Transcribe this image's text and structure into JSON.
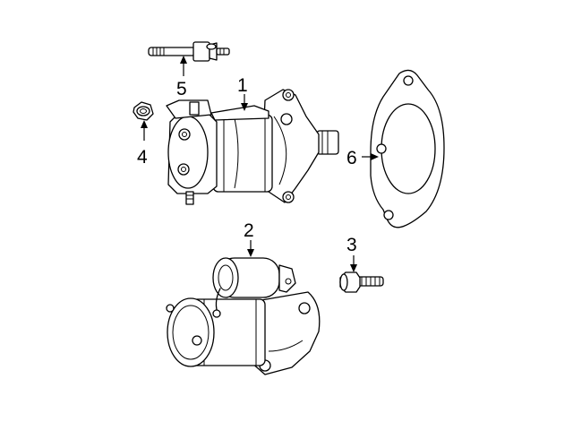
{
  "diagram": {
    "callouts": [
      {
        "id": "1",
        "label": "1"
      },
      {
        "id": "2",
        "label": "2"
      },
      {
        "id": "3",
        "label": "3"
      },
      {
        "id": "4",
        "label": "4"
      },
      {
        "id": "5",
        "label": "5"
      },
      {
        "id": "6",
        "label": "6"
      }
    ],
    "parts": [
      {
        "callout": "1",
        "icon": "starter-motor-assembly-icon"
      },
      {
        "callout": "2",
        "icon": "starter-motor-icon"
      },
      {
        "callout": "3",
        "icon": "mounting-bolt-icon"
      },
      {
        "callout": "4",
        "icon": "nut-icon"
      },
      {
        "callout": "5",
        "icon": "stud-bolt-icon"
      },
      {
        "callout": "6",
        "icon": "gasket-shim-icon"
      }
    ]
  }
}
